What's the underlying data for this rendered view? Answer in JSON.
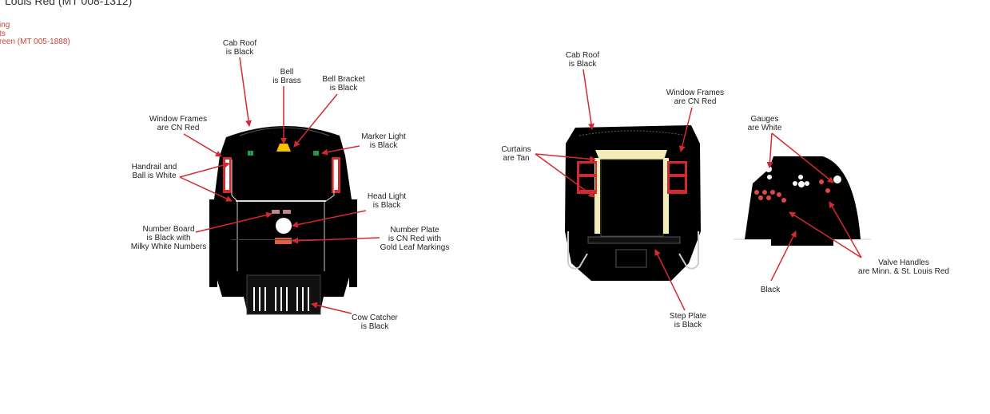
{
  "header": {
    "title_fragment": "Louis Red (MT 008-1312)",
    "legend_fragments": [
      "ing",
      "ts",
      "reen (MT 005-1888)"
    ]
  },
  "colors": {
    "red": "#d42a2f",
    "black": "#000000",
    "brass": "#f5c000",
    "green": "#1f9a4a",
    "tan": "#f3ecb8",
    "white": "#ffffff"
  },
  "locomotive_front": {
    "cab_roof": [
      "Cab Roof",
      "is Black"
    ],
    "bell": [
      "Bell",
      "is Brass"
    ],
    "bell_bracket": [
      "Bell Bracket",
      "is Black"
    ],
    "window_frames": [
      "Window Frames",
      "are CN Red"
    ],
    "marker_light": [
      "Marker Light",
      "is Black"
    ],
    "handrail": [
      "Handrail and",
      "Ball is White"
    ],
    "head_light": [
      "Head Light",
      "is Black"
    ],
    "number_board": [
      "Number Board",
      "is Black with",
      "Milky White Numbers"
    ],
    "number_plate": [
      "Number Plate",
      "is CN Red with",
      "Gold Leaf Markings"
    ],
    "cow_catcher": [
      "Cow Catcher",
      "is Black"
    ]
  },
  "tender_rear": {
    "cab_roof": [
      "Cab Roof",
      "is Black"
    ],
    "window_frames": [
      "Window Frames",
      "are CN Red"
    ],
    "curtains": [
      "Curtains",
      "are Tan"
    ],
    "step_plate": [
      "Step Plate",
      "is Black"
    ]
  },
  "cab_interior": {
    "gauges": [
      "Gauges",
      "are White"
    ],
    "valve_handles": [
      "Valve Handles",
      "are Minn. & St. Louis Red"
    ],
    "black": [
      "Black"
    ]
  }
}
